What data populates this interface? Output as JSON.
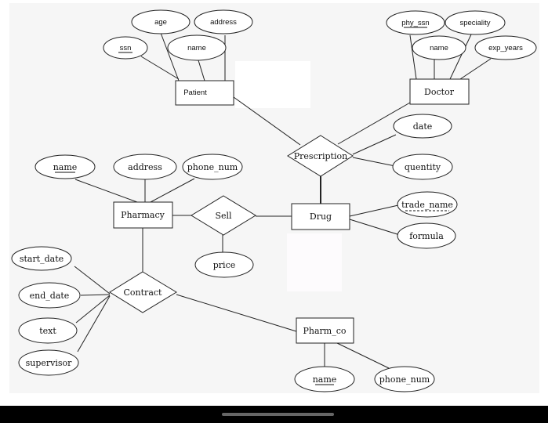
{
  "diagram": {
    "entities": [
      {
        "id": "patient",
        "label": "Patient",
        "font": "sans"
      },
      {
        "id": "doctor",
        "label": "Doctor",
        "font": "serif"
      },
      {
        "id": "pharmacy",
        "label": "Pharmacy",
        "font": "serif"
      },
      {
        "id": "drug",
        "label": "Drug",
        "font": "serif"
      },
      {
        "id": "pharm_co",
        "label": "Pharm_co",
        "font": "serif"
      }
    ],
    "relationships": [
      {
        "id": "prescription",
        "label": "Prescription"
      },
      {
        "id": "sell",
        "label": "Sell"
      },
      {
        "id": "contract",
        "label": "Contract"
      }
    ],
    "attributes": [
      {
        "id": "patient-age",
        "label": "age",
        "font": "sans",
        "key": "none"
      },
      {
        "id": "patient-address",
        "label": "address",
        "font": "sans",
        "key": "none"
      },
      {
        "id": "patient-ssn",
        "label": "ssn",
        "font": "sans",
        "key": "solid"
      },
      {
        "id": "patient-name",
        "label": "name",
        "font": "sans",
        "key": "none"
      },
      {
        "id": "doctor-phy-ssn",
        "label": "phy_ssn",
        "font": "sans",
        "key": "solid"
      },
      {
        "id": "doctor-speciality",
        "label": "speciality",
        "font": "sans",
        "key": "none"
      },
      {
        "id": "doctor-name",
        "label": "name",
        "font": "sans",
        "key": "none"
      },
      {
        "id": "doctor-exp-years",
        "label": "exp_years",
        "font": "sans",
        "key": "none"
      },
      {
        "id": "prescription-date",
        "label": "date",
        "font": "serif",
        "key": "none"
      },
      {
        "id": "prescription-quentity",
        "label": "quentity",
        "font": "serif",
        "key": "none"
      },
      {
        "id": "pharmacy-name",
        "label": "name",
        "font": "serif",
        "key": "solid"
      },
      {
        "id": "pharmacy-address",
        "label": "address",
        "font": "serif",
        "key": "none"
      },
      {
        "id": "pharmacy-phone-num",
        "label": "phone_num",
        "font": "serif",
        "key": "none"
      },
      {
        "id": "drug-trade-name",
        "label": "trade_name",
        "font": "serif",
        "key": "dashed"
      },
      {
        "id": "drug-formula",
        "label": "formula",
        "font": "serif",
        "key": "none"
      },
      {
        "id": "sell-price",
        "label": "price",
        "font": "serif",
        "key": "none"
      },
      {
        "id": "contract-start-date",
        "label": "start_date",
        "font": "serif",
        "key": "none"
      },
      {
        "id": "contract-end-date",
        "label": "end_date",
        "font": "serif",
        "key": "none"
      },
      {
        "id": "contract-text",
        "label": "text",
        "font": "serif",
        "key": "none"
      },
      {
        "id": "contract-supervisor",
        "label": "supervisor",
        "font": "serif",
        "key": "none"
      },
      {
        "id": "pharm-co-name",
        "label": "name",
        "font": "serif",
        "key": "solid"
      },
      {
        "id": "pharm-co-phone-num",
        "label": "phone_num",
        "font": "serif",
        "key": "none"
      }
    ]
  }
}
